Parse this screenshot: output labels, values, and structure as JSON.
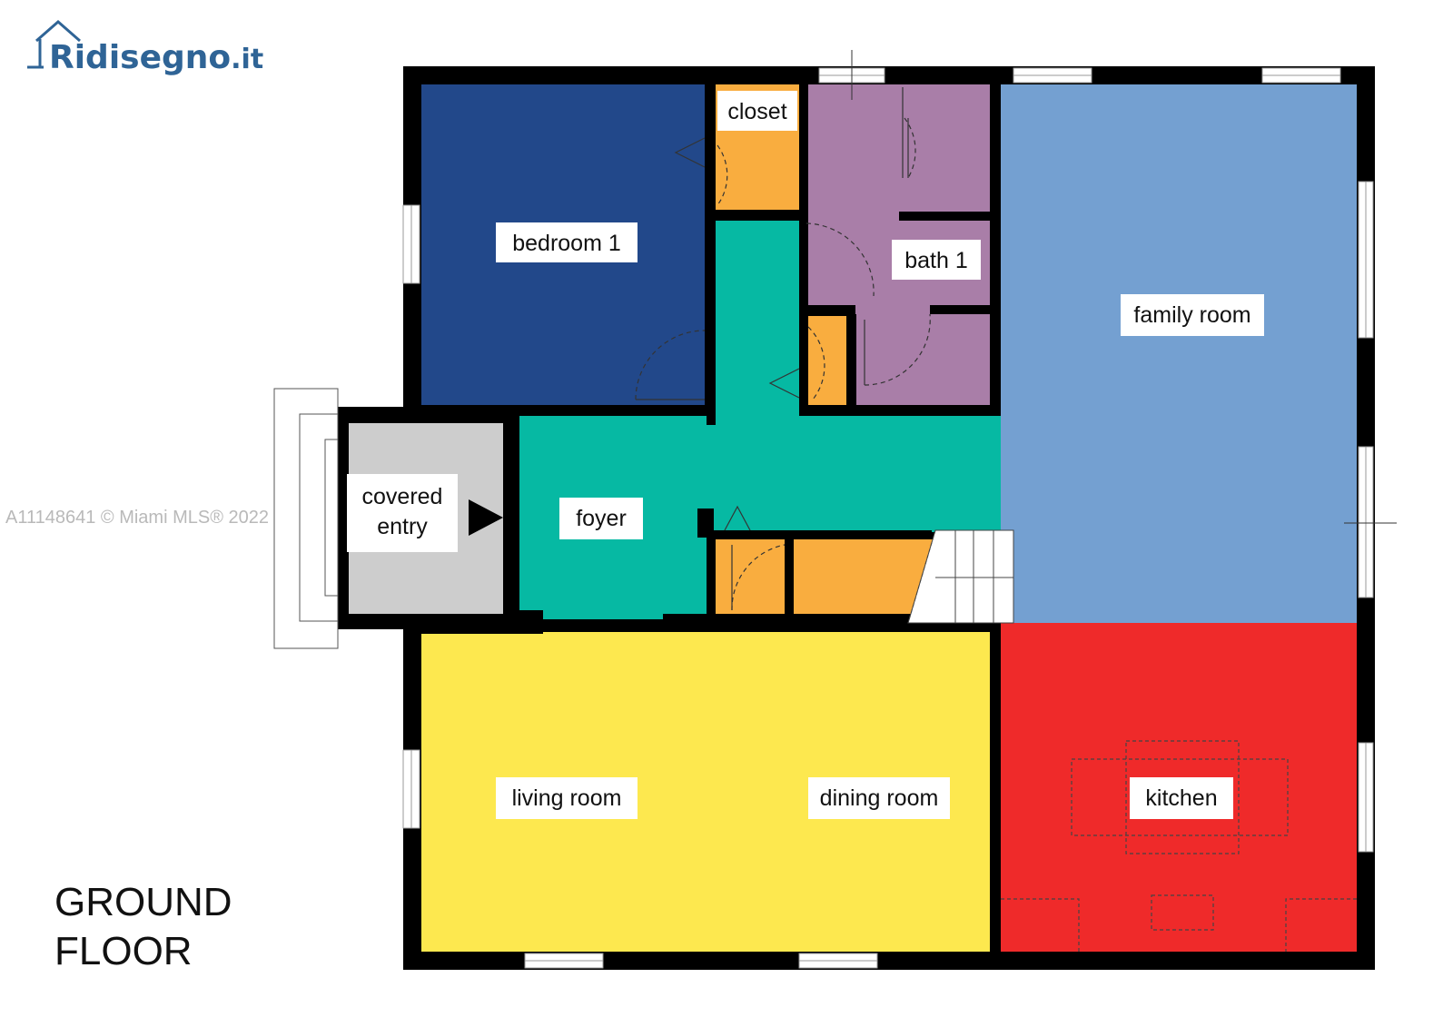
{
  "logo": {
    "text_main": "Ridisegno",
    "text_tld": ".it",
    "icon": "house-icon",
    "color": "#2f6496"
  },
  "watermark": {
    "text": "A11148641 © Miami MLS® 2022"
  },
  "floor_label": {
    "line1": "GROUND",
    "line2": "FLOOR"
  },
  "rooms": [
    {
      "key": "bedroom1",
      "label": "bedroom 1",
      "color": "#22488a"
    },
    {
      "key": "closet",
      "label": "closet",
      "color": "#f9ad3f"
    },
    {
      "key": "bath1",
      "label": "bath 1",
      "color": "#a97ea8"
    },
    {
      "key": "family",
      "label": "family room",
      "color": "#74a0d1"
    },
    {
      "key": "covered",
      "label": "covered",
      "label2": "entry",
      "color": "#cdcdcd"
    },
    {
      "key": "foyer",
      "label": "foyer",
      "color": "#06b9a3"
    },
    {
      "key": "living",
      "label": "living room",
      "color": "#fde84f"
    },
    {
      "key": "dining",
      "label": "dining room",
      "color": "#fde84f"
    },
    {
      "key": "kitchen",
      "label": "kitchen",
      "color": "#ef2a2a"
    }
  ],
  "colors": {
    "wall": "#000000",
    "storage": "#f9ad3f",
    "hall": "#06b9a3",
    "label_bg": "#ffffff"
  }
}
